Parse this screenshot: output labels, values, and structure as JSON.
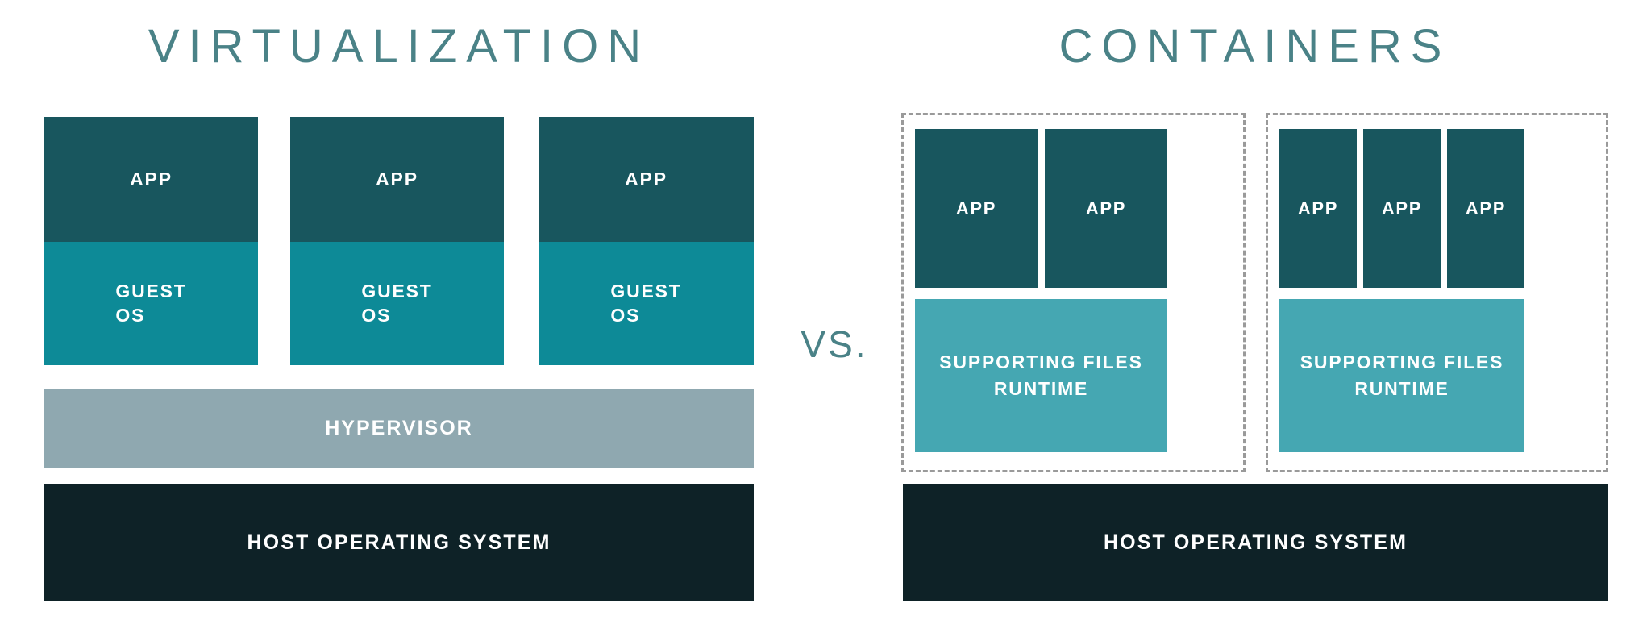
{
  "diagram": {
    "comparison_operator": "VS.",
    "accent_color": "#4a8287",
    "background_color": "#ffffff"
  },
  "virtualization": {
    "title": "VIRTUALIZATION",
    "vms": [
      {
        "app_label": "APP",
        "guest_os_label": "GUEST\nOS"
      },
      {
        "app_label": "APP",
        "guest_os_label": "GUEST\nOS"
      },
      {
        "app_label": "APP",
        "guest_os_label": "GUEST\nOS"
      }
    ],
    "app_labels": [
      "APP",
      "APP",
      "APP"
    ],
    "guest_os_labels": [
      "GUEST OS",
      "GUEST OS",
      "GUEST OS"
    ],
    "hypervisor_label": "HYPERVISOR",
    "host_os_label": "HOST OPERATING SYSTEM",
    "colors": {
      "app": "#18565e",
      "guest_os": "#0d8a97",
      "hypervisor": "#8fa8b0",
      "host_os": "#0e2227"
    }
  },
  "containers": {
    "title": "CONTAINERS",
    "groups": [
      {
        "apps": [
          "APP",
          "APP"
        ],
        "supporting_files_label": "SUPPORTING FILES",
        "runtime_label": "RUNTIME"
      },
      {
        "apps": [
          "APP",
          "APP",
          "APP"
        ],
        "supporting_files_label": "SUPPORTING FILES",
        "runtime_label": "RUNTIME"
      }
    ],
    "host_os_label": "HOST OPERATING SYSTEM",
    "colors": {
      "app": "#18565e",
      "supporting_files": "#45a7b2",
      "host_os": "#0e2227",
      "group_border": "#9a9a9a"
    }
  }
}
